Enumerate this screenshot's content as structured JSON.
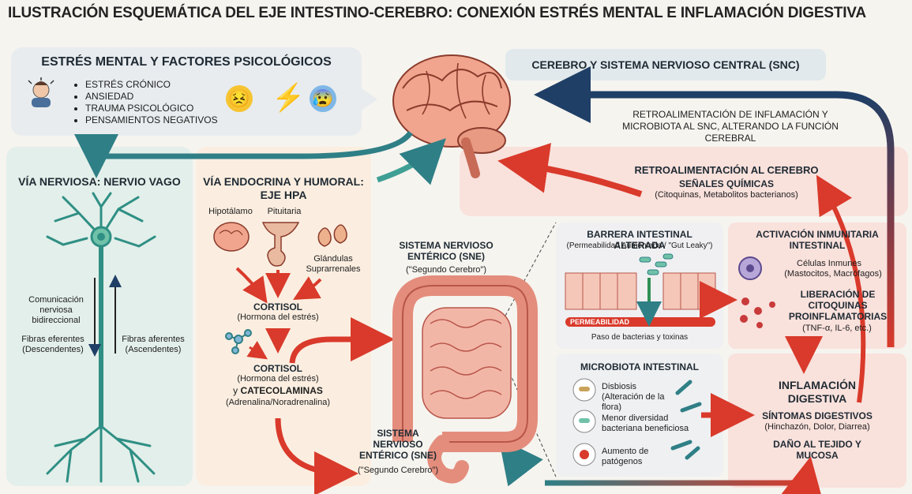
{
  "title": "ILUSTRACIÓN ESQUEMÁTICA DEL EJE INTESTINO-CEREBRO: CONEXIÓN ESTRÉS MENTAL E INFLAMACIÓN DIGESTIVA",
  "stress": {
    "heading": "ESTRÉS MENTAL Y FACTORES PSICOLÓGICOS",
    "items": [
      "ESTRÉS CRÓNICO",
      "ANSIEDAD",
      "TRAUMA PSICOLÓGICO",
      "PENSAMIENTOS NEGATIVOS"
    ]
  },
  "cns": {
    "heading": "CEREBRO Y SISTEMA NERVIOSO CENTRAL (SNC)"
  },
  "feedback_top": "RETROALIMENTACIÓN DE INFLAMACIÓN Y MICROBIOTA AL SNC, ALTERANDO LA FUNCIÓN CEREBRAL",
  "vagus": {
    "heading": "VÍA NERVIOSA: NERVIO VAGO",
    "communication": "Comunicación nerviosa bidireccional",
    "efferent": "Fibras eferentes (Descendentes)",
    "afferent": "Fibras aferentes (Ascendentes)"
  },
  "hpa": {
    "heading": "VÍA ENDOCRINA Y HUMORAL: EJE HPA",
    "hypothalamus": "Hipotálamo",
    "pituitary": "Pituitaria",
    "adrenal": "Glándulas Suprarrenales",
    "cortisol1_title": "CORTISOL",
    "cortisol1_sub": "(Hormona del estrés)",
    "cortisol2_title": "CORTISOL",
    "cortisol2_sub": "(Hormona del estrés)",
    "and_prefix": "y",
    "catecholamines": "CATECOLAMINAS",
    "catecholamines_sub": "(Adrenalina/Noradrenalina)"
  },
  "feedback_brain": {
    "heading": "RETROALIMENTACIÓN AL CEREBRO",
    "signals": "SEÑALES QUÍMICAS",
    "signals_sub": "(Citoquinas, Metabolitos bacterianos)"
  },
  "sne_top": {
    "title": "SISTEMA NERVIOSO ENTÉRICO (SNE)",
    "sub": "(\"Segundo Cerebro\")"
  },
  "sne_bottom": {
    "title": "SISTEMA NERVIOSO ENTÉRICO (SNE)",
    "sub": "(\"Segundo Cerebro\")"
  },
  "barrier": {
    "heading": "BARRERA INTESTINAL ALTERADA",
    "sub": "(Permeabilidad Aumentada / \"Gut Leaky\")",
    "permeability": "PERMEABILIDAD",
    "passage": "Paso de bacterias y toxinas"
  },
  "immune": {
    "heading": "ACTIVACIÓN INMUNITARIA INTESTINAL",
    "cells": "Células Inmunes",
    "cells_sub": "(Mastocitos, Macrófagos)",
    "release": "LIBERACIÓN DE CITOQUINAS PROINFLAMATORIAS",
    "release_sub": "(TNF-α, IL-6, etc.)"
  },
  "microbiota": {
    "heading": "MICROBIOTA INTESTINAL",
    "items": [
      {
        "title": "Disbiosis",
        "sub": "(Alteración de la flora)"
      },
      {
        "title": "Menor diversidad",
        "sub": "bacteriana beneficiosa"
      },
      {
        "title": "Aumento de",
        "sub": "patógenos"
      }
    ]
  },
  "inflammation": {
    "heading": "INFLAMACIÓN DIGESTIVA",
    "symptoms": "SÍNTOMAS DIGESTIVOS",
    "symptoms_sub": "(Hinchazón, Dolor, Diarrea)",
    "damage": "DAÑO AL TEJIDO Y MUCOSA"
  },
  "colors": {
    "teal": "#2f7f86",
    "red": "#d93a2b",
    "navy": "#1f3f66",
    "green_panel": "#e3efea",
    "peach_panel": "#fbeee0",
    "pink_panel": "#f9e1dc",
    "grey_panel": "#e8ecef"
  }
}
